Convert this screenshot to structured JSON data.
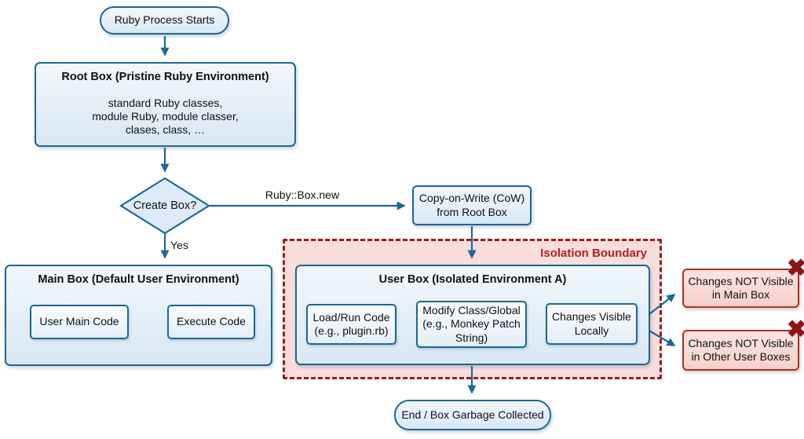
{
  "diagram": {
    "start_label": "Ruby Process Starts",
    "root_box": {
      "title": "Root Box (Pristine Ruby Environment)",
      "lines": [
        "standard Ruby classes,",
        "module Ruby, module classer,",
        "clases, class, …"
      ]
    },
    "decision_label": "Create Box?",
    "edge_labels": {
      "box_new": "Ruby::Box.new",
      "yes": "Yes"
    },
    "cow_box": {
      "lines": [
        "Copy-on-Write (CoW)",
        "from Root Box"
      ]
    },
    "main_box": {
      "title": "Main Box (Default User Environment)",
      "user_main_code": "User Main Code",
      "execute_code": "Execute Code"
    },
    "isolation_boundary_label": "Isolation Boundary",
    "user_box": {
      "title": "User Box (Isolated Environment A)",
      "load_run": [
        "Load/Run Code",
        "(e.g., plugin.rb)"
      ],
      "modify": [
        "Modify Class/Global",
        "(e.g., Monkey Patch",
        "String)"
      ],
      "changes_visible": [
        "Changes Visible",
        "Locally"
      ]
    },
    "not_visible_main": [
      "Changes NOT Visible",
      "in Main Box"
    ],
    "not_visible_other": [
      "Changes NOT Visible",
      "in Other User Boxes"
    ],
    "x_mark_glyph": "✖",
    "end_label": "End / Box Garbage Collected",
    "colors": {
      "node_border_blue": "#1d6793",
      "node_fill_blue": "#d9e8f4",
      "arrow_blue": "#1d6793",
      "boundary_border_red": "#9e1b1b",
      "boundary_fill_pink": "#f9dedb",
      "redbox_border": "#a93226",
      "redbox_fill": "#f5d0cb",
      "iso_label_red": "#b22222",
      "x_mark_red": "#8e1414"
    }
  }
}
